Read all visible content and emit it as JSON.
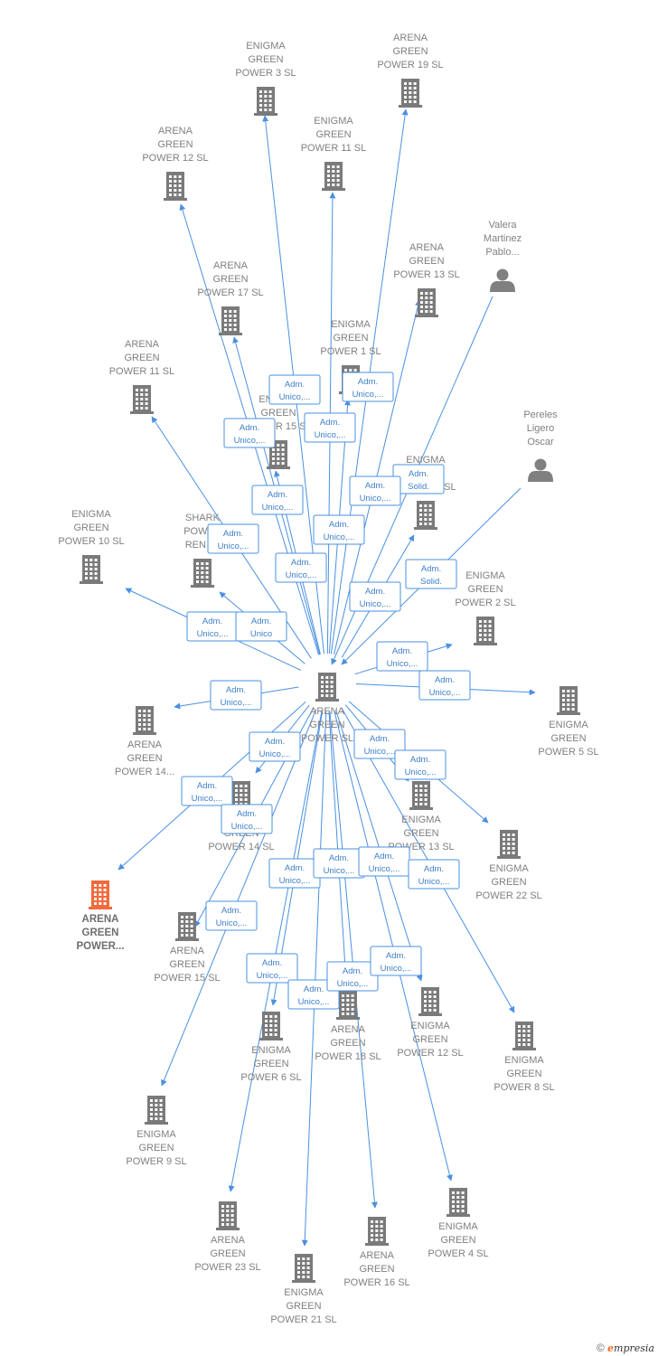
{
  "colors": {
    "edge": "#4a90e2",
    "company": "#7a7a7a",
    "highlight": "#f26a3c",
    "person": "#808080"
  },
  "footer": {
    "copyright": "©",
    "brand_initial": "e",
    "brand_rest": "mpresia"
  },
  "center": {
    "id": "c",
    "type": "company",
    "label": [
      "ARENA",
      "GREEN",
      "POWER  SL"
    ]
  },
  "nodes": [
    {
      "id": "n1",
      "type": "company",
      "label": [
        "ENIGMA",
        "GREEN",
        "POWER 3  SL"
      ]
    },
    {
      "id": "n2",
      "type": "company",
      "label": [
        "ARENA",
        "GREEN",
        "POWER 19  SL"
      ]
    },
    {
      "id": "n3",
      "type": "company",
      "label": [
        "ARENA",
        "GREEN",
        "POWER 12  SL"
      ]
    },
    {
      "id": "n4",
      "type": "company",
      "label": [
        "ENIGMA",
        "GREEN",
        "POWER 11  SL"
      ]
    },
    {
      "id": "n5",
      "type": "person",
      "label": [
        "Valera",
        "Martinez",
        "Pablo..."
      ]
    },
    {
      "id": "n6",
      "type": "company",
      "label": [
        "ARENA",
        "GREEN",
        "POWER 13  SL"
      ]
    },
    {
      "id": "n7",
      "type": "company",
      "label": [
        "ARENA",
        "GREEN",
        "POWER 17  SL"
      ]
    },
    {
      "id": "n8",
      "type": "company",
      "label": [
        "ENIGMA",
        "GREEN",
        "POWER 1  SL"
      ]
    },
    {
      "id": "n9",
      "type": "company",
      "label": [
        "ARENA",
        "GREEN",
        "POWER 11  SL"
      ]
    },
    {
      "id": "n10",
      "type": "company",
      "label": [
        "ENIGMA",
        "GREEN",
        "POWER 15  SL"
      ]
    },
    {
      "id": "n11",
      "type": "person",
      "label": [
        "Pereles",
        "Ligero",
        "Oscar"
      ]
    },
    {
      "id": "n12",
      "type": "company",
      "label": [
        "ENIGMA",
        "GREEN",
        "POWER 7  SL"
      ]
    },
    {
      "id": "n13",
      "type": "company",
      "label": [
        "ENIGMA",
        "GREEN",
        "POWER 10  SL"
      ]
    },
    {
      "id": "n14",
      "type": "company",
      "label": [
        "SHARK",
        "POWER",
        "REN 15"
      ]
    },
    {
      "id": "n15",
      "type": "company",
      "label": [
        "ENIGMA",
        "GREEN",
        "POWER 2  SL"
      ]
    },
    {
      "id": "n16",
      "type": "company",
      "label": [
        "ENIGMA",
        "GREEN",
        "POWER 5  SL"
      ]
    },
    {
      "id": "n17",
      "type": "company",
      "label": [
        "ARENA",
        "GREEN",
        "POWER 14..."
      ]
    },
    {
      "id": "n18",
      "type": "company",
      "label": [
        "ENIGMA",
        "GREEN",
        "POWER 14  SL"
      ]
    },
    {
      "id": "n19",
      "type": "company",
      "label": [
        "ENIGMA",
        "GREEN",
        "POWER 13  SL"
      ]
    },
    {
      "id": "n20",
      "type": "company",
      "label": [
        "ENIGMA",
        "GREEN",
        "POWER 22  SL"
      ]
    },
    {
      "id": "n21",
      "type": "company",
      "highlight": true,
      "label": [
        "ARENA",
        "GREEN",
        "POWER..."
      ]
    },
    {
      "id": "n22",
      "type": "company",
      "label": [
        "ARENA",
        "GREEN",
        "POWER 15  SL"
      ]
    },
    {
      "id": "n23",
      "type": "company",
      "label": [
        "ENIGMA",
        "GREEN",
        "POWER 6  SL"
      ]
    },
    {
      "id": "n24",
      "type": "company",
      "label": [
        "ARENA",
        "GREEN",
        "POWER 18  SL"
      ]
    },
    {
      "id": "n25",
      "type": "company",
      "label": [
        "ENIGMA",
        "GREEN",
        "POWER 12  SL"
      ]
    },
    {
      "id": "n26",
      "type": "company",
      "label": [
        "ENIGMA",
        "GREEN",
        "POWER 8  SL"
      ]
    },
    {
      "id": "n27",
      "type": "company",
      "label": [
        "ENIGMA",
        "GREEN",
        "POWER 9  SL"
      ]
    },
    {
      "id": "n28",
      "type": "company",
      "label": [
        "ARENA",
        "GREEN",
        "POWER 23  SL"
      ]
    },
    {
      "id": "n29",
      "type": "company",
      "label": [
        "ENIGMA",
        "GREEN",
        "POWER 21  SL"
      ]
    },
    {
      "id": "n30",
      "type": "company",
      "label": [
        "ARENA",
        "GREEN",
        "POWER 16  SL"
      ]
    },
    {
      "id": "n31",
      "type": "company",
      "label": [
        "ENIGMA",
        "GREEN",
        "POWER 4  SL"
      ]
    }
  ],
  "edges": [
    {
      "from": "c",
      "to": "n1",
      "label": [
        "Adm.",
        "Unico,..."
      ]
    },
    {
      "from": "c",
      "to": "n2",
      "label": [
        "Adm.",
        "Unico,..."
      ]
    },
    {
      "from": "c",
      "to": "n3",
      "label": [
        "Adm.",
        "Unico,..."
      ]
    },
    {
      "from": "c",
      "to": "n4",
      "label": [
        "Adm.",
        "Unico,..."
      ]
    },
    {
      "from": "n5",
      "to": "c",
      "label": [
        "Adm.",
        "Solid."
      ]
    },
    {
      "from": "c",
      "to": "n6",
      "label": [
        "Adm.",
        "Unico,..."
      ]
    },
    {
      "from": "c",
      "to": "n7",
      "label": [
        "Adm.",
        "Unico,..."
      ]
    },
    {
      "from": "c",
      "to": "n8",
      "label": [
        "Adm.",
        "Unico,..."
      ]
    },
    {
      "from": "c",
      "to": "n9",
      "label": [
        "Adm.",
        "Unico,..."
      ]
    },
    {
      "from": "c",
      "to": "n10",
      "label": [
        "Adm.",
        "Unico,..."
      ]
    },
    {
      "from": "n11",
      "to": "c",
      "label": [
        "Adm.",
        "Solid."
      ]
    },
    {
      "from": "c",
      "to": "n12",
      "label": [
        "Adm.",
        "Unico,..."
      ]
    },
    {
      "from": "c",
      "to": "n13",
      "label": [
        "Adm.",
        "Unico,..."
      ]
    },
    {
      "from": "c",
      "to": "n14",
      "label": [
        "Adm.",
        "Unico"
      ]
    },
    {
      "from": "c",
      "to": "n15",
      "label": [
        "Adm.",
        "Unico,..."
      ]
    },
    {
      "from": "c",
      "to": "n16",
      "label": [
        "Adm.",
        "Unico,..."
      ]
    },
    {
      "from": "c",
      "to": "n17",
      "label": [
        "Adm.",
        "Unico,..."
      ]
    },
    {
      "from": "c",
      "to": "n18",
      "label": [
        "Adm.",
        "Unico,..."
      ]
    },
    {
      "from": "c",
      "to": "n19",
      "label": [
        "Adm.",
        "Unico,..."
      ]
    },
    {
      "from": "c",
      "to": "n20",
      "label": [
        "Adm.",
        "Unico,..."
      ]
    },
    {
      "from": "c",
      "to": "n21",
      "label": [
        "Adm.",
        "Unico,..."
      ]
    },
    {
      "from": "c",
      "to": "n22",
      "label": [
        "Adm.",
        "Unico,..."
      ]
    },
    {
      "from": "c",
      "to": "n23",
      "label": [
        "Adm.",
        "Unico,..."
      ]
    },
    {
      "from": "c",
      "to": "n24",
      "label": [
        "Adm.",
        "Unico,..."
      ]
    },
    {
      "from": "c",
      "to": "n25",
      "label": [
        "Adm.",
        "Unico,..."
      ]
    },
    {
      "from": "c",
      "to": "n26",
      "label": [
        "Adm.",
        "Unico,..."
      ]
    },
    {
      "from": "c",
      "to": "n27",
      "label": [
        "Adm.",
        "Unico,..."
      ]
    },
    {
      "from": "c",
      "to": "n28",
      "label": [
        "Adm.",
        "Unico,..."
      ]
    },
    {
      "from": "c",
      "to": "n29",
      "label": [
        "Adm.",
        "Unico,..."
      ]
    },
    {
      "from": "c",
      "to": "n30",
      "label": [
        "Adm.",
        "Unico,..."
      ]
    },
    {
      "from": "c",
      "to": "n31",
      "label": [
        "Adm.",
        "Unico,..."
      ]
    }
  ]
}
